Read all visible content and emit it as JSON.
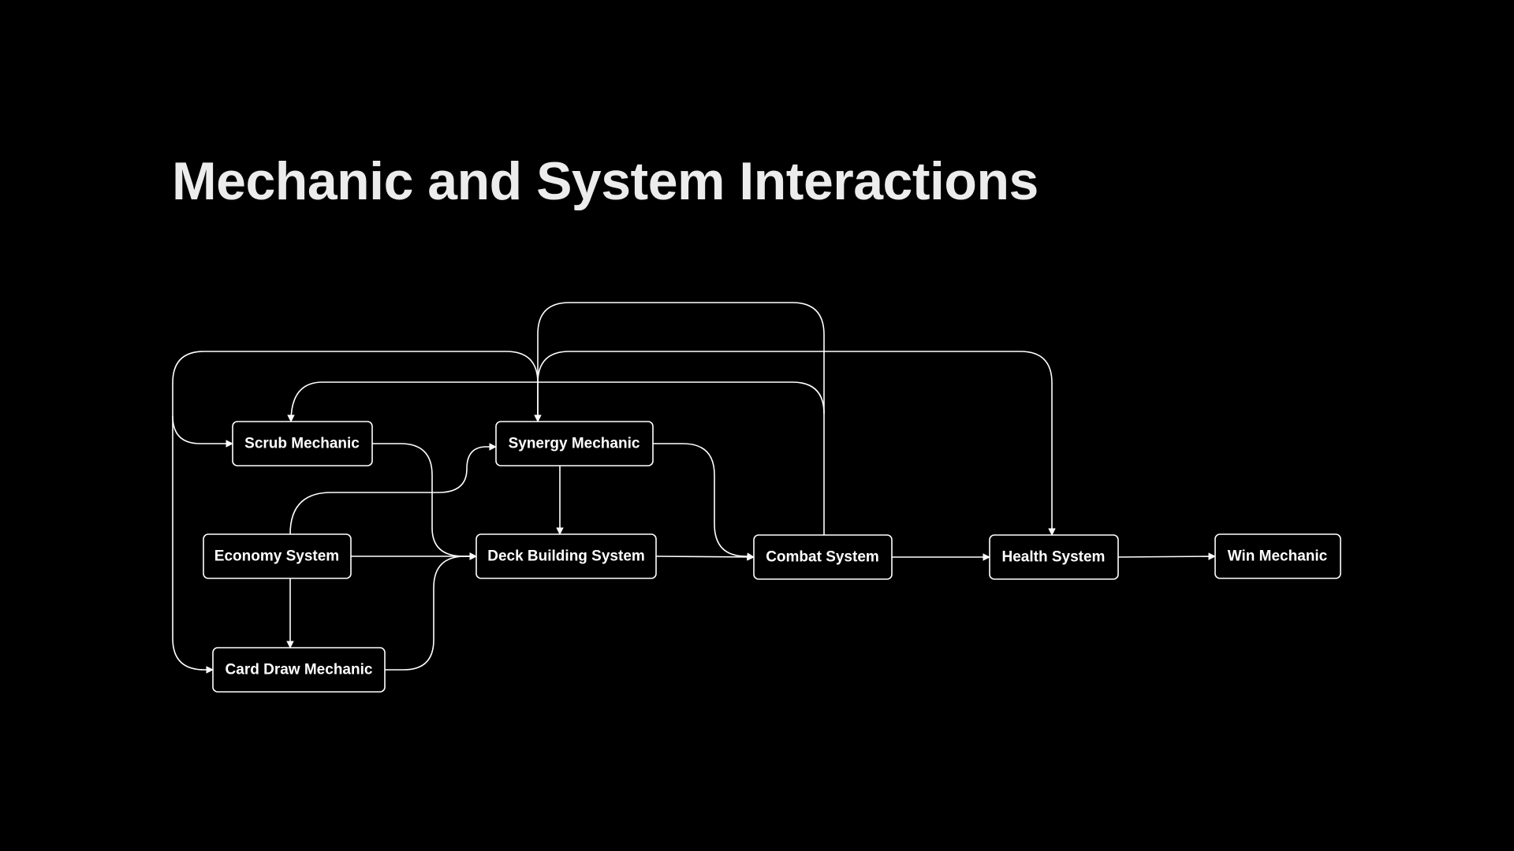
{
  "title": "Mechanic and System Interactions",
  "colors": {
    "background": "#000000",
    "title": "#ececec",
    "stroke": "#ffffff",
    "text": "#ffffff"
  },
  "nodes": [
    {
      "id": "scrub",
      "label": "Scrub Mechanic"
    },
    {
      "id": "synergy",
      "label": "Synergy Mechanic"
    },
    {
      "id": "economy",
      "label": "Economy System"
    },
    {
      "id": "deck",
      "label": "Deck Building System"
    },
    {
      "id": "combat",
      "label": "Combat System"
    },
    {
      "id": "health",
      "label": "Health System"
    },
    {
      "id": "win",
      "label": "Win Mechanic"
    },
    {
      "id": "carddraw",
      "label": "Card Draw Mechanic"
    }
  ],
  "edges": [
    {
      "from": "economy",
      "to": "deck"
    },
    {
      "from": "deck",
      "to": "combat"
    },
    {
      "from": "combat",
      "to": "health"
    },
    {
      "from": "health",
      "to": "win"
    },
    {
      "from": "synergy",
      "to": "deck"
    },
    {
      "from": "economy",
      "to": "carddraw"
    },
    {
      "from": "scrub",
      "to": "deck"
    },
    {
      "from": "carddraw",
      "to": "deck"
    },
    {
      "from": "synergy",
      "to": "combat"
    },
    {
      "from": "economy",
      "to": "synergy"
    },
    {
      "from": "synergy",
      "to": "health"
    },
    {
      "from": "synergy",
      "to": "scrub"
    },
    {
      "from": "synergy",
      "to": "carddraw"
    },
    {
      "from": "combat",
      "to": "scrub"
    },
    {
      "from": "combat",
      "to": "synergy"
    }
  ]
}
